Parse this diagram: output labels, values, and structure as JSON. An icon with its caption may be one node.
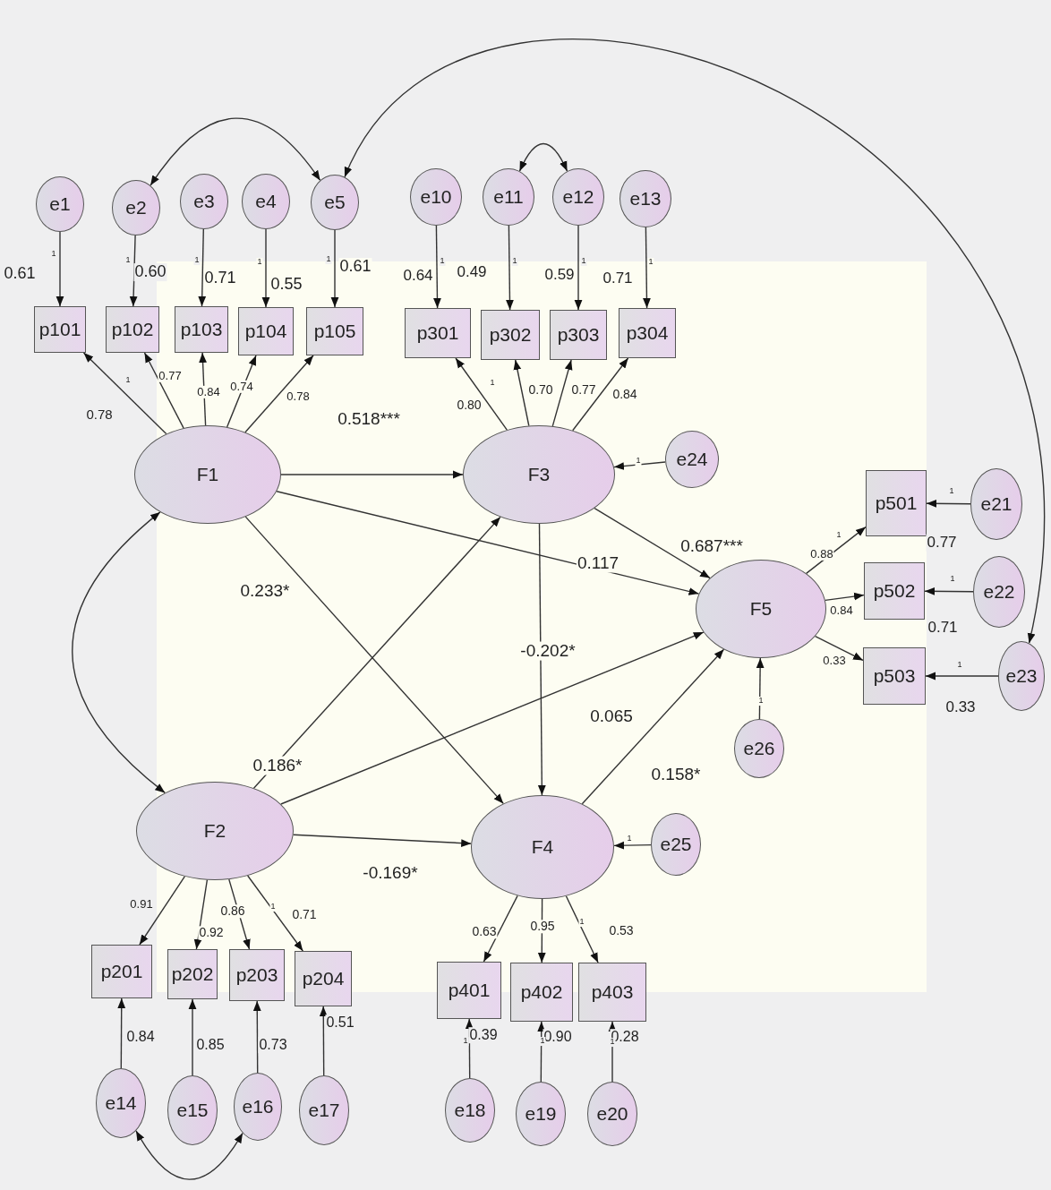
{
  "diagram": {
    "nodes": [
      {
        "text": [
          "e1"
        ]
      },
      {
        "text": [
          "e2"
        ]
      },
      {
        "text": [
          "e3"
        ]
      },
      {
        "text": [
          "e4"
        ]
      },
      {
        "text": [
          "e5"
        ]
      },
      {
        "text": [
          "e10"
        ]
      },
      {
        "text": [
          "e11"
        ]
      },
      {
        "text": [
          "e12"
        ]
      },
      {
        "text": [
          "e13"
        ]
      },
      {
        "text": [
          "p101"
        ],
        "beside": [
          "0.61"
        ]
      },
      {
        "text": [
          "p102"
        ],
        "beside": [
          "0.60"
        ]
      },
      {
        "text": [
          "p103"
        ],
        "beside": [
          "0.71"
        ]
      },
      {
        "text": [
          "p104"
        ],
        "beside": [
          "0.55"
        ]
      },
      {
        "text": [
          "p105"
        ],
        "beside": [
          "0.61"
        ]
      },
      {
        "text": [
          "p301"
        ],
        "beside": [
          "0.64"
        ]
      },
      {
        "text": [
          "p302"
        ],
        "beside": [
          "0.49"
        ]
      },
      {
        "text": [
          "p303"
        ],
        "beside": [
          "0.59"
        ]
      },
      {
        "text": [
          "p304"
        ],
        "beside": [
          "0.71"
        ]
      },
      {
        "text": [
          "F1"
        ]
      },
      {
        "text": [
          "F3"
        ]
      },
      {
        "text": [
          "e24"
        ]
      },
      {
        "text": [
          "p501"
        ],
        "beside": [
          "0.77"
        ]
      },
      {
        "text": [
          "e21"
        ]
      },
      {
        "text": [
          "F5"
        ]
      },
      {
        "text": [
          "p502"
        ],
        "beside": [
          "0.71"
        ]
      },
      {
        "text": [
          "e22"
        ]
      },
      {
        "text": [
          "p503"
        ],
        "beside": [
          "0.33"
        ]
      },
      {
        "text": [
          "e23"
        ]
      },
      {
        "text": [
          "e26"
        ]
      },
      {
        "text": [
          "F2"
        ]
      },
      {
        "text": [
          "F4"
        ]
      },
      {
        "text": [
          "e25"
        ]
      },
      {
        "text": [
          "p201"
        ],
        "beside": [
          "0.84"
        ]
      },
      {
        "text": [
          "p202"
        ],
        "beside": [
          "0.85"
        ]
      },
      {
        "text": [
          "p203"
        ],
        "beside": [
          "0.73"
        ]
      },
      {
        "text": [
          "p204"
        ],
        "beside": [
          "0.51"
        ]
      },
      {
        "text": [
          "p401"
        ],
        "beside": [
          "0.39"
        ]
      },
      {
        "text": [
          "p402"
        ],
        "beside": [
          "0.90"
        ]
      },
      {
        "text": [
          "p403"
        ],
        "beside": [
          "0.28"
        ]
      },
      {
        "text": [
          "e14"
        ]
      },
      {
        "text": [
          "e15"
        ]
      },
      {
        "text": [
          "e16"
        ]
      },
      {
        "text": [
          "e17"
        ]
      },
      {
        "text": [
          "e18"
        ]
      },
      {
        "text": [
          "e19"
        ]
      },
      {
        "text": [
          "e20"
        ]
      }
    ],
    "edges": [
      {
        "from": 0,
        "to": 9,
        "arrow": "to",
        "label": "1"
      },
      {
        "from": 1,
        "to": 10,
        "arrow": "to",
        "label": "1"
      },
      {
        "from": 2,
        "to": 11,
        "arrow": "to",
        "label": "1"
      },
      {
        "from": 3,
        "to": 12,
        "arrow": "to",
        "label": "1"
      },
      {
        "from": 4,
        "to": 13,
        "arrow": "to",
        "label": "1"
      },
      {
        "from": 5,
        "to": 14,
        "arrow": "to",
        "label": "1"
      },
      {
        "from": 6,
        "to": 15,
        "arrow": "to",
        "label": "1"
      },
      {
        "from": 7,
        "to": 16,
        "arrow": "to",
        "label": "1"
      },
      {
        "from": 8,
        "to": 17,
        "arrow": "to",
        "label": "1"
      },
      {
        "from": 18,
        "to": 9,
        "arrow": "to",
        "label": "0.78"
      },
      {
        "from": 18,
        "to": 10,
        "arrow": "to",
        "label": "0.77"
      },
      {
        "from": 18,
        "to": 11,
        "arrow": "to",
        "label": "0.84"
      },
      {
        "from": 18,
        "to": 12,
        "arrow": "to",
        "label": "0.74"
      },
      {
        "from": 18,
        "to": 13,
        "arrow": "to",
        "label": "0.78"
      },
      {
        "from": 19,
        "to": 14,
        "arrow": "to",
        "label": "0.80"
      },
      {
        "from": 19,
        "to": 15,
        "arrow": "to",
        "label": "0.70"
      },
      {
        "from": 19,
        "to": 16,
        "arrow": "to",
        "label": "0.77"
      },
      {
        "from": 19,
        "to": 17,
        "arrow": "to",
        "label": "0.84"
      },
      {
        "from": 1,
        "to": 4,
        "arrow": "both"
      },
      {
        "from": 6,
        "to": 7,
        "arrow": "both"
      },
      {
        "from": 4,
        "to": 27,
        "arrow": "both"
      },
      {
        "from": 18,
        "to": 19,
        "arrow": "to",
        "label": "0.518***"
      },
      {
        "from": 18,
        "to": 23,
        "arrow": "to",
        "label": "0.117"
      },
      {
        "from": 18,
        "to": 30,
        "arrow": "to",
        "label": "0.233*"
      },
      {
        "from": 20,
        "to": 19,
        "arrow": "to",
        "label": "1"
      },
      {
        "from": 19,
        "to": 23,
        "arrow": "to",
        "label": "0.687***"
      },
      {
        "from": 19,
        "to": 30,
        "arrow": "to",
        "label": "-0.202*"
      },
      {
        "from": 22,
        "to": 21,
        "arrow": "to",
        "label": "1"
      },
      {
        "from": 25,
        "to": 24,
        "arrow": "to",
        "label": "1"
      },
      {
        "from": 27,
        "to": 26,
        "arrow": "to",
        "label": "1"
      },
      {
        "from": 23,
        "to": 21,
        "arrow": "to",
        "label": "0.88"
      },
      {
        "from": 23,
        "to": 24,
        "arrow": "to",
        "label": "0.84"
      },
      {
        "from": 23,
        "to": 26,
        "arrow": "to",
        "label": "0.33"
      },
      {
        "from": 28,
        "to": 23,
        "arrow": "to",
        "label": "1"
      },
      {
        "from": 18,
        "to": 29,
        "arrow": "both"
      },
      {
        "from": 29,
        "to": 19,
        "arrow": "to",
        "label": "0.186*"
      },
      {
        "from": 29,
        "to": 23,
        "arrow": "to",
        "label": "0.065"
      },
      {
        "from": 29,
        "to": 30,
        "arrow": "to",
        "label": "-0.169*"
      },
      {
        "from": 30,
        "to": 23,
        "arrow": "to",
        "label": "0.158*"
      },
      {
        "from": 31,
        "to": 30,
        "arrow": "to",
        "label": "1"
      },
      {
        "from": 29,
        "to": 32,
        "arrow": "to",
        "label": "0.91"
      },
      {
        "from": 29,
        "to": 33,
        "arrow": "to",
        "label": "0.92"
      },
      {
        "from": 29,
        "to": 34,
        "arrow": "to",
        "label": "0.86"
      },
      {
        "from": 29,
        "to": 35,
        "arrow": "to",
        "label": "0.71"
      },
      {
        "from": 30,
        "to": 36,
        "arrow": "to",
        "label": "0.63"
      },
      {
        "from": 30,
        "to": 37,
        "arrow": "to",
        "label": "0.95"
      },
      {
        "from": 30,
        "to": 38,
        "arrow": "to",
        "label": "0.53"
      },
      {
        "from": 39,
        "to": 32,
        "arrow": "to"
      },
      {
        "from": 40,
        "to": 33,
        "arrow": "to"
      },
      {
        "from": 41,
        "to": 34,
        "arrow": "to"
      },
      {
        "from": 42,
        "to": 35,
        "arrow": "to"
      },
      {
        "from": 43,
        "to": 36,
        "arrow": "to",
        "label": "1"
      },
      {
        "from": 44,
        "to": 37,
        "arrow": "to",
        "label": "1"
      },
      {
        "from": 45,
        "to": 38,
        "arrow": "to",
        "label": "1"
      },
      {
        "from": 39,
        "to": 41,
        "arrow": "both"
      }
    ],
    "labels": [
      "1",
      "1",
      "1",
      "1",
      "1"
    ]
  }
}
